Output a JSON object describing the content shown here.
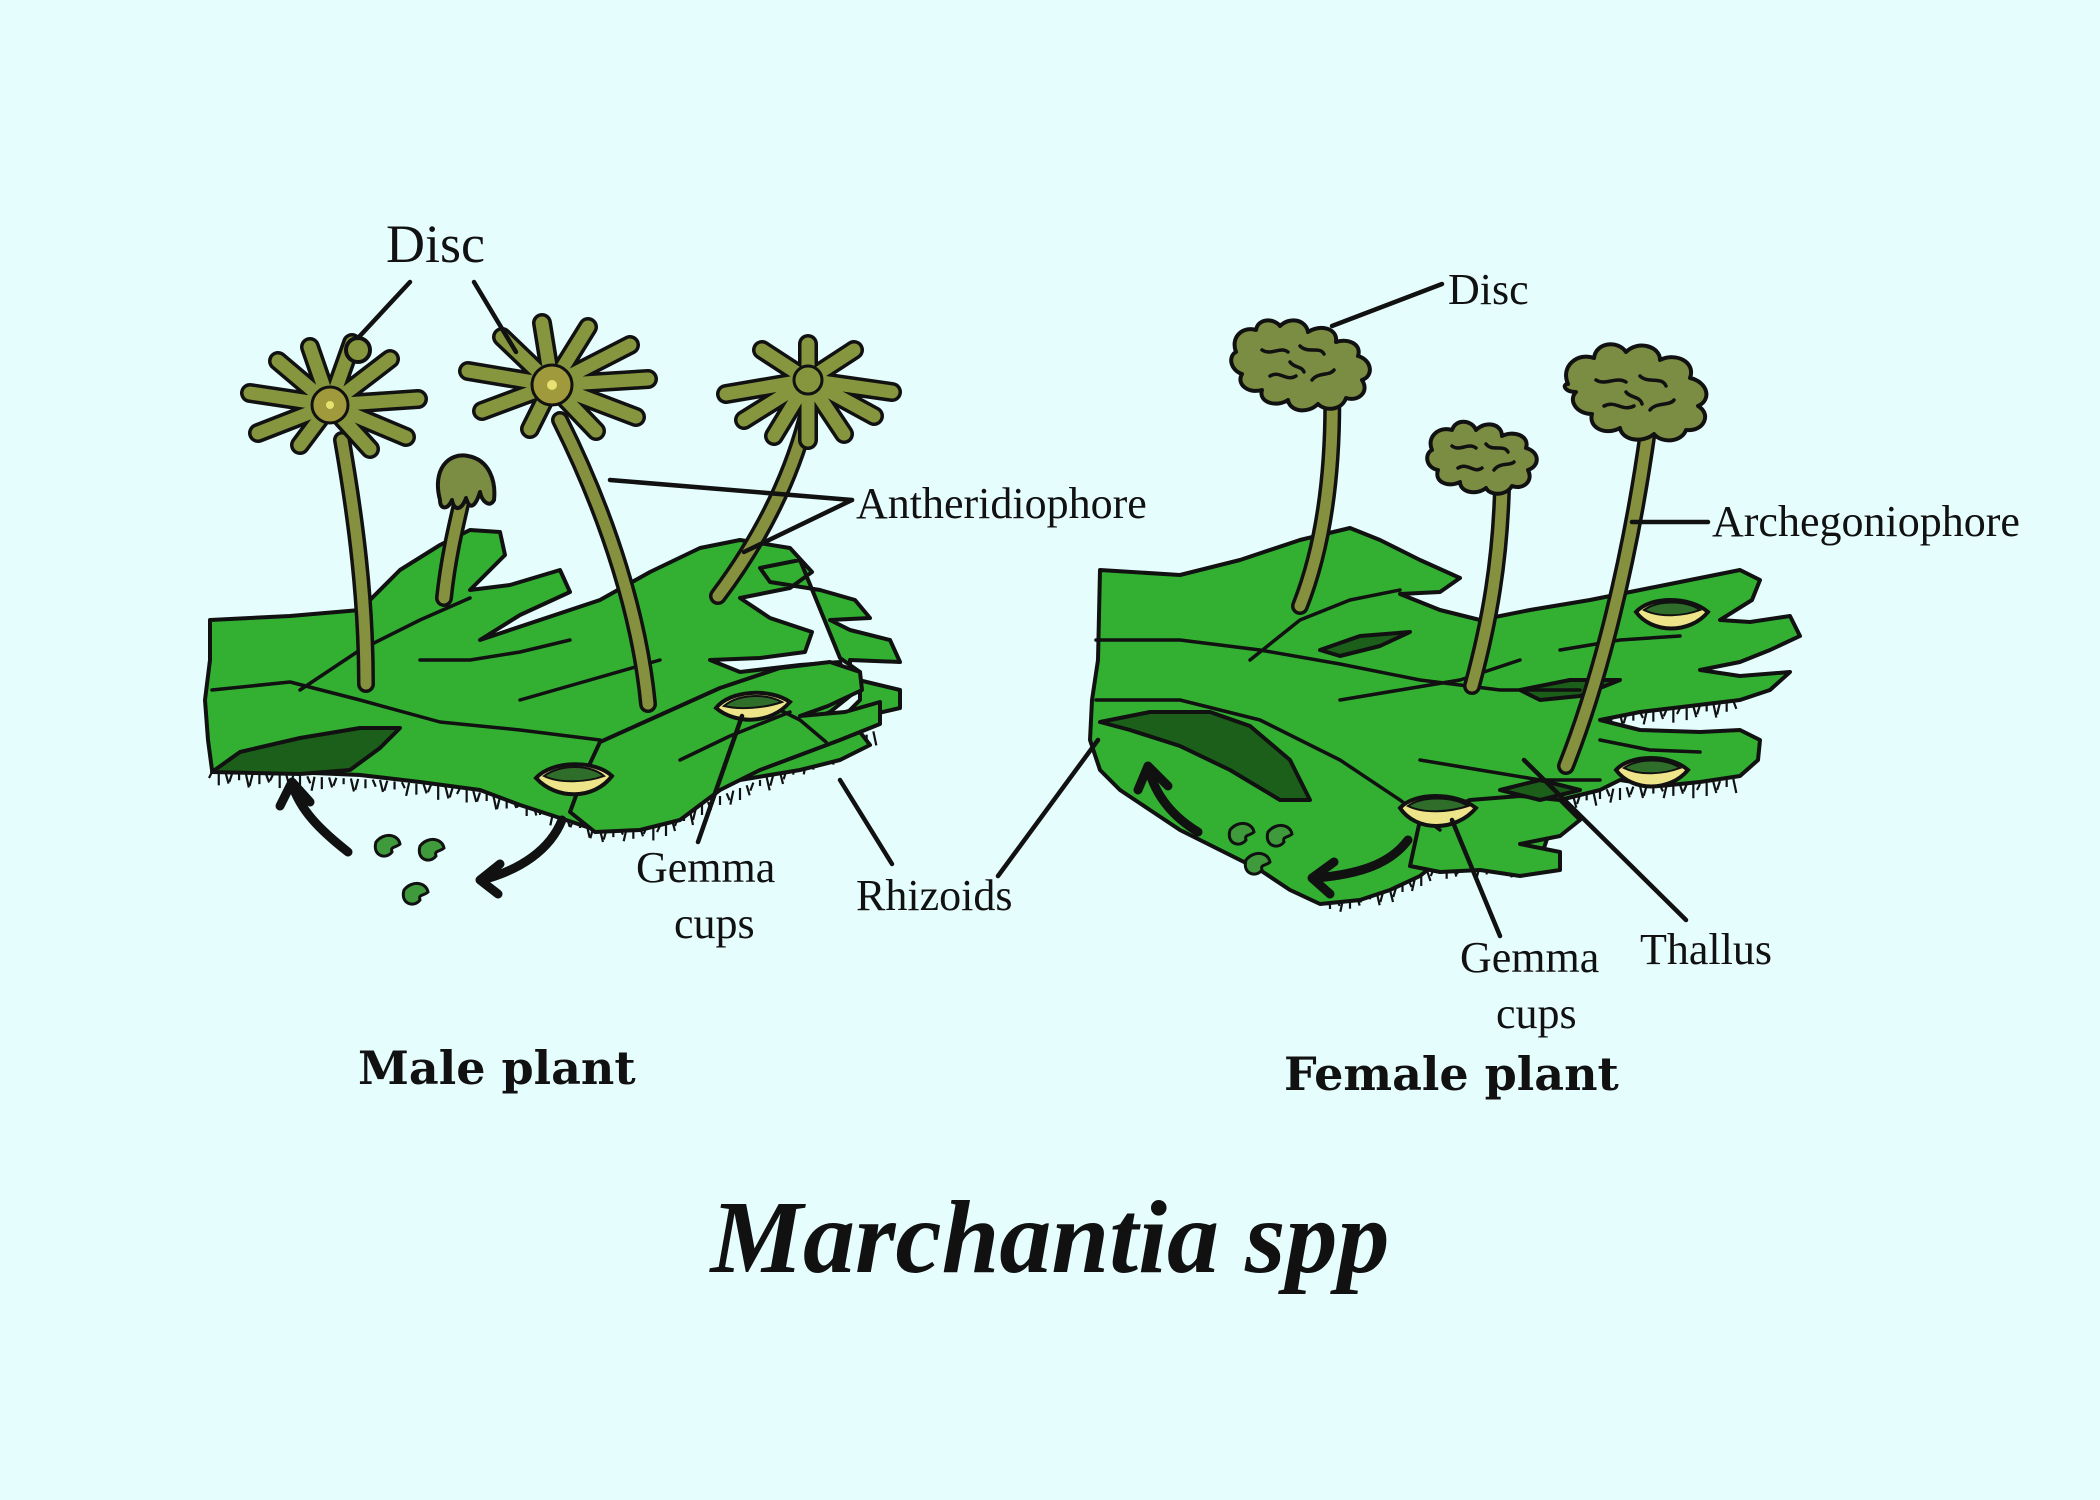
{
  "title": "Marchantia spp",
  "male": {
    "caption": "Male plant",
    "labels": {
      "disc": "Disc",
      "antheridiophore": "Antheridiophore",
      "gemma_cups_line1": "Gemma",
      "gemma_cups_line2": "cups",
      "rhizoids": "Rhizoids"
    }
  },
  "female": {
    "caption": "Female plant",
    "labels": {
      "disc": "Disc",
      "archegoniophore": "Archegoniophore",
      "gemma_cups_line1": "Gemma",
      "gemma_cups_line2": "cups",
      "thallus": "Thallus"
    }
  },
  "colors": {
    "background": "#e6fdfe",
    "thallus": "#33b032",
    "thallus_underside": "#1c5f1a",
    "receptacle": "#7b8c43",
    "gemma_cup": "#eee58a"
  }
}
